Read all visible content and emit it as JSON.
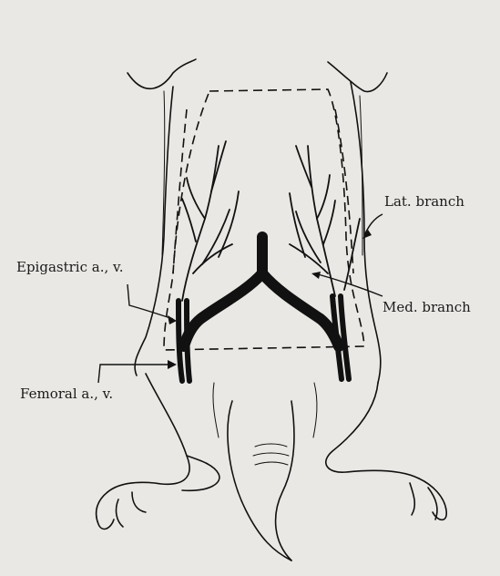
{
  "labels": {
    "lat_branch": "Lat. branch",
    "epigastric": "Epigastric a., v.",
    "med_branch": "Med. branch",
    "femoral": "Femoral a., v."
  },
  "colors": {
    "background": "#e9e8e4",
    "ink": "#111111"
  }
}
